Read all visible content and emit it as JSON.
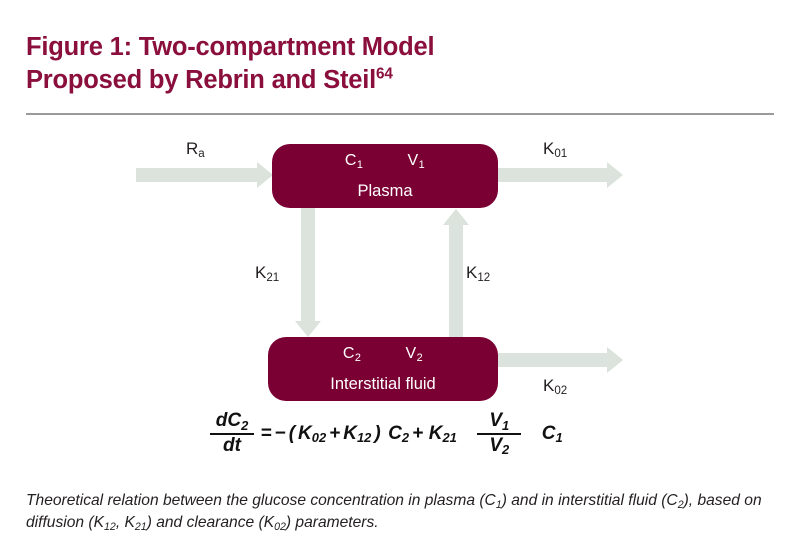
{
  "figure": {
    "title_line1": "Figure 1: Two-compartment Model",
    "title_line2": "Proposed by Rebrin and Steil",
    "title_superscript": "64",
    "title_color": "#8a0f3c",
    "box_color": "#7a0033",
    "arrow_color": "#dbe3dc",
    "rule_color": "#9a9a9a"
  },
  "compartments": {
    "plasma": {
      "symbol_c": "C",
      "symbol_c_sub": "1",
      "symbol_v": "V",
      "symbol_v_sub": "1",
      "name": "Plasma"
    },
    "interstitial": {
      "symbol_c": "C",
      "symbol_c_sub": "2",
      "symbol_v": "V",
      "symbol_v_sub": "2",
      "name": "Interstitial fluid"
    }
  },
  "flux_labels": {
    "input_rate": {
      "base": "R",
      "sub": "a"
    },
    "plasma_clearance": {
      "base": "K",
      "sub": "01"
    },
    "plasma_to_interstitial": {
      "base": "K",
      "sub": "21"
    },
    "interstitial_to_plasma": {
      "base": "K",
      "sub": "12"
    },
    "interstitial_clearance": {
      "base": "K",
      "sub": "02"
    }
  },
  "equation": {
    "lhs_num_base": "dC",
    "lhs_num_sub": "2",
    "lhs_den": "dt",
    "equals": "=",
    "minus": "−",
    "open_paren": "(",
    "term_k02_base": "K",
    "term_k02_sub": "02",
    "plus1": "+",
    "term_k12_base": "K",
    "term_k12_sub": "12",
    "close_paren": ")",
    "term_c2_base": "C",
    "term_c2_sub": "2",
    "plus2": "+",
    "term_k21_base": "K",
    "term_k21_sub": "21",
    "frac_num_base": "V",
    "frac_num_sub": "1",
    "frac_den_base": "V",
    "frac_den_sub": "2",
    "term_c1_base": "C",
    "term_c1_sub": "1",
    "plain": "dC2/dt = − (K02 + K12) C2 + K21 (V1/V2) C1"
  },
  "caption": {
    "line1_a": "Theoretical relation between the glucose concentration in plasma (C",
    "line1_a_sub": "1",
    "line1_b": ") and in interstitial",
    "line2_a": "fluid (C",
    "line2_a_sub": "2",
    "line2_b": "), based on diffusion (K",
    "line2_b_sub": "12",
    "line2_c": ", K",
    "line2_c_sub": "21",
    "line2_d": ") and clearance (K",
    "line2_d_sub": "02",
    "line2_e": ") parameters."
  }
}
